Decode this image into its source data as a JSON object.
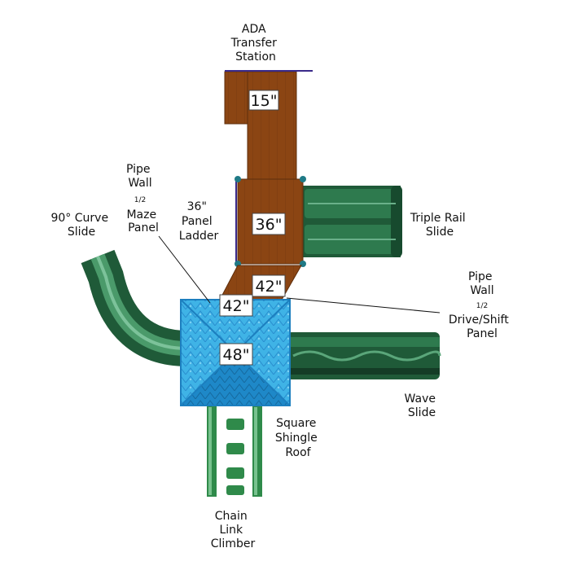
{
  "colors": {
    "wood": "#8b4513",
    "wood_dark": "#5e2e0c",
    "roof": "#3fb3e6",
    "roof_dark": "#1e88c8",
    "slide": "#1f5a38",
    "slide_light": "#4a9a6a",
    "climber": "#2f8a4a",
    "post": "#1f7a86",
    "trim": "#3a2a8a"
  },
  "labels": {
    "ada": [
      "ADA",
      "Transfer",
      "Station"
    ],
    "pipe_wall_left": [
      "Pipe",
      "Wall"
    ],
    "maze_panel": [
      "Maze",
      "Panel"
    ],
    "curve_slide": [
      "90° Curve",
      "Slide"
    ],
    "ladder": [
      "36\"",
      "Panel",
      "Ladder"
    ],
    "triple_slide": [
      "Triple Rail",
      "Slide"
    ],
    "pipe_wall_right": [
      "Pipe",
      "Wall"
    ],
    "drive_shift": [
      "Drive/Shift",
      "Panel"
    ],
    "wave_slide": [
      "Wave",
      "Slide"
    ],
    "roof": [
      "Square",
      "Shingle",
      "Roof"
    ],
    "chain": [
      "Chain",
      "Link",
      "Climber"
    ],
    "half": "1/2"
  },
  "heights": {
    "h15": "15\"",
    "h36": "36\"",
    "h42_upper": "42\"",
    "h42_lower": "42\"",
    "h48": "48\""
  }
}
